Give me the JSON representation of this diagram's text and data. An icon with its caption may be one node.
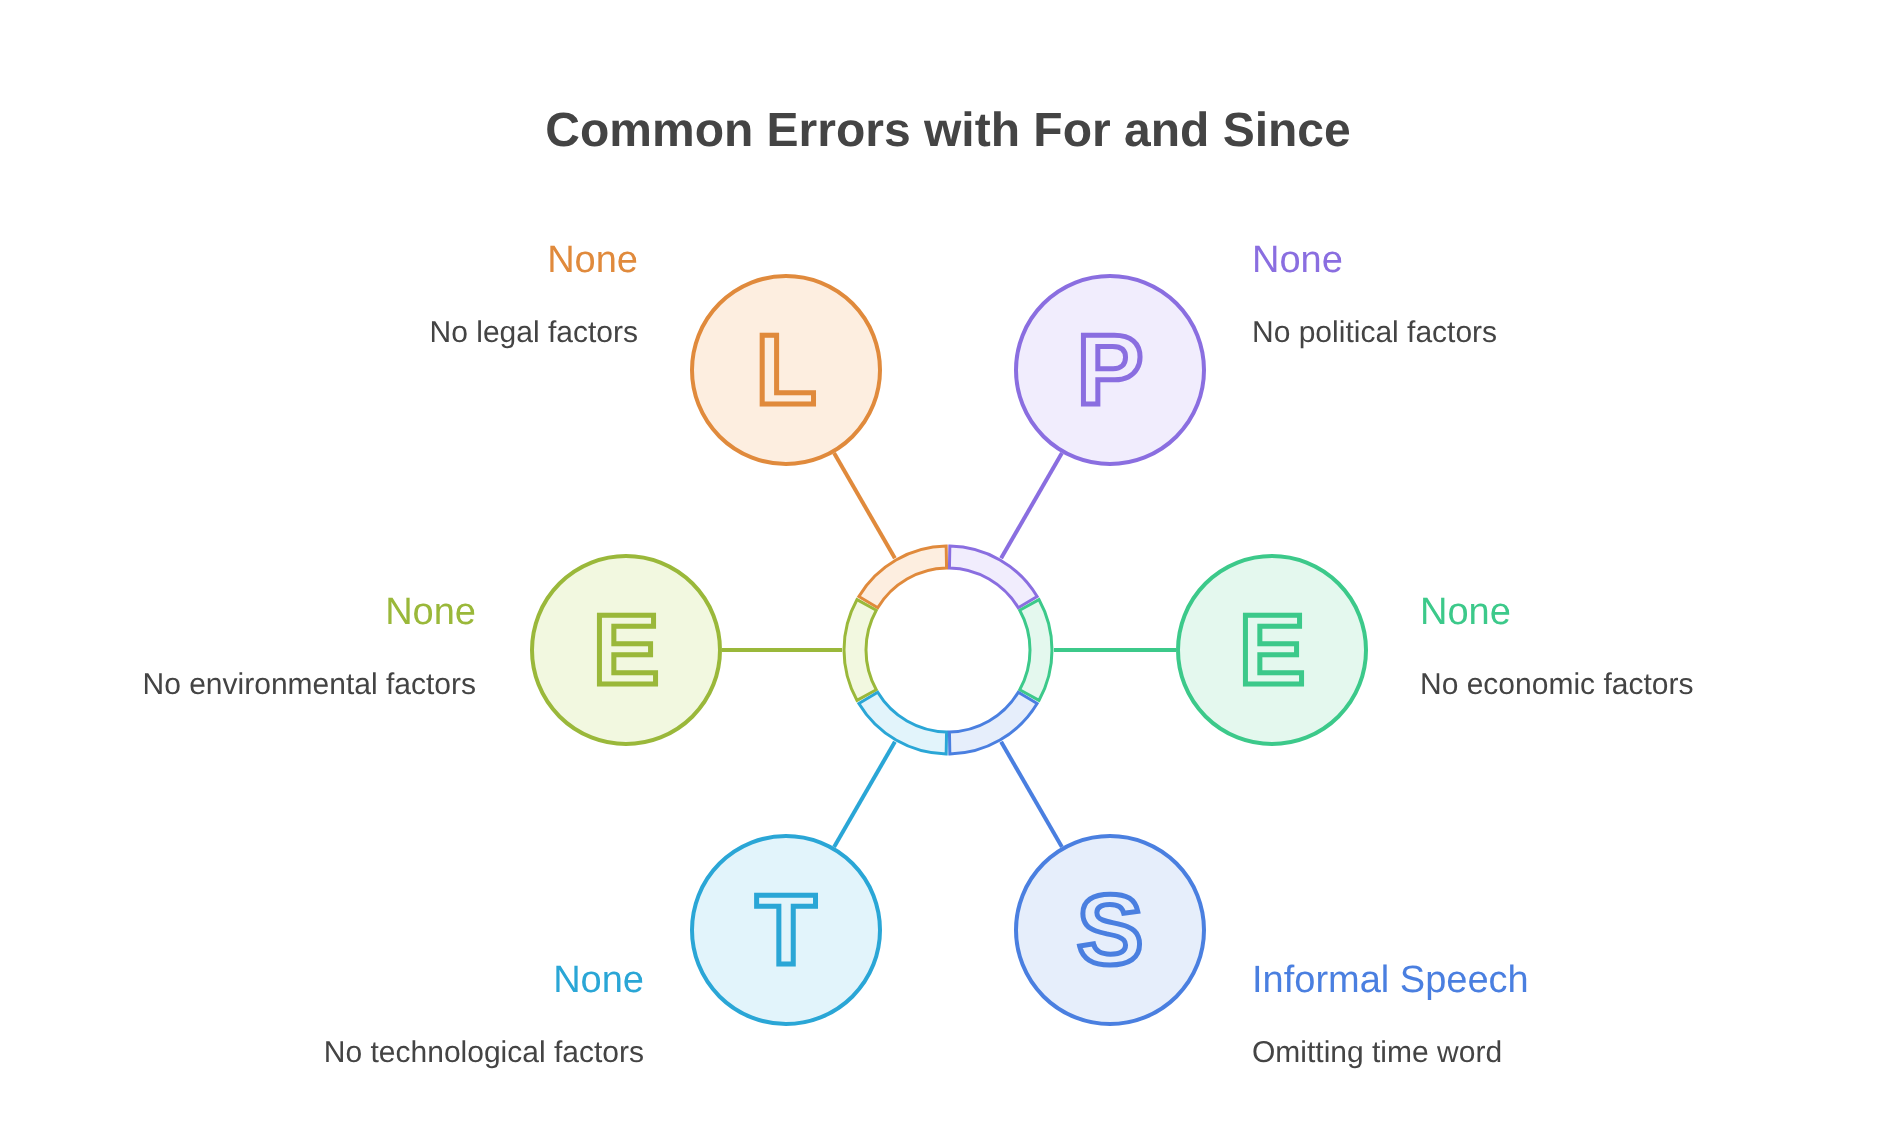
{
  "diagram": {
    "title": "Common Errors with For and Since",
    "nodes": [
      {
        "text": [],
        "shape": "circle"
      },
      {
        "text": [
          "L"
        ],
        "beside": [
          "None",
          "No legal factors"
        ]
      },
      {
        "text": [
          "P"
        ],
        "beside": [
          "None",
          "No political factors"
        ]
      },
      {
        "text": [
          "E"
        ],
        "beside": [
          "None",
          "No environmental factors"
        ]
      },
      {
        "text": [
          "E"
        ],
        "beside": [
          "None",
          "No economic factors"
        ]
      },
      {
        "text": [
          "T"
        ],
        "beside": [
          "None",
          "No technological factors"
        ]
      },
      {
        "text": [
          "S"
        ],
        "beside": [
          "Informal Speech",
          "Omitting time word"
        ]
      }
    ],
    "edges": [
      {
        "from": 0,
        "to": 1,
        "arrow": "none",
        "color": "#e08a3c"
      },
      {
        "from": 0,
        "to": 2,
        "arrow": "none",
        "color": "#8a6ee0"
      },
      {
        "from": 0,
        "to": 3,
        "arrow": "none",
        "color": "#9ab83a"
      },
      {
        "from": 0,
        "to": 4,
        "arrow": "none",
        "color": "#3cc98a"
      },
      {
        "from": 0,
        "to": 5,
        "arrow": "none",
        "color": "#2aa6d6"
      },
      {
        "from": 0,
        "to": 6,
        "arrow": "none",
        "color": "#4a7fe0"
      }
    ]
  }
}
